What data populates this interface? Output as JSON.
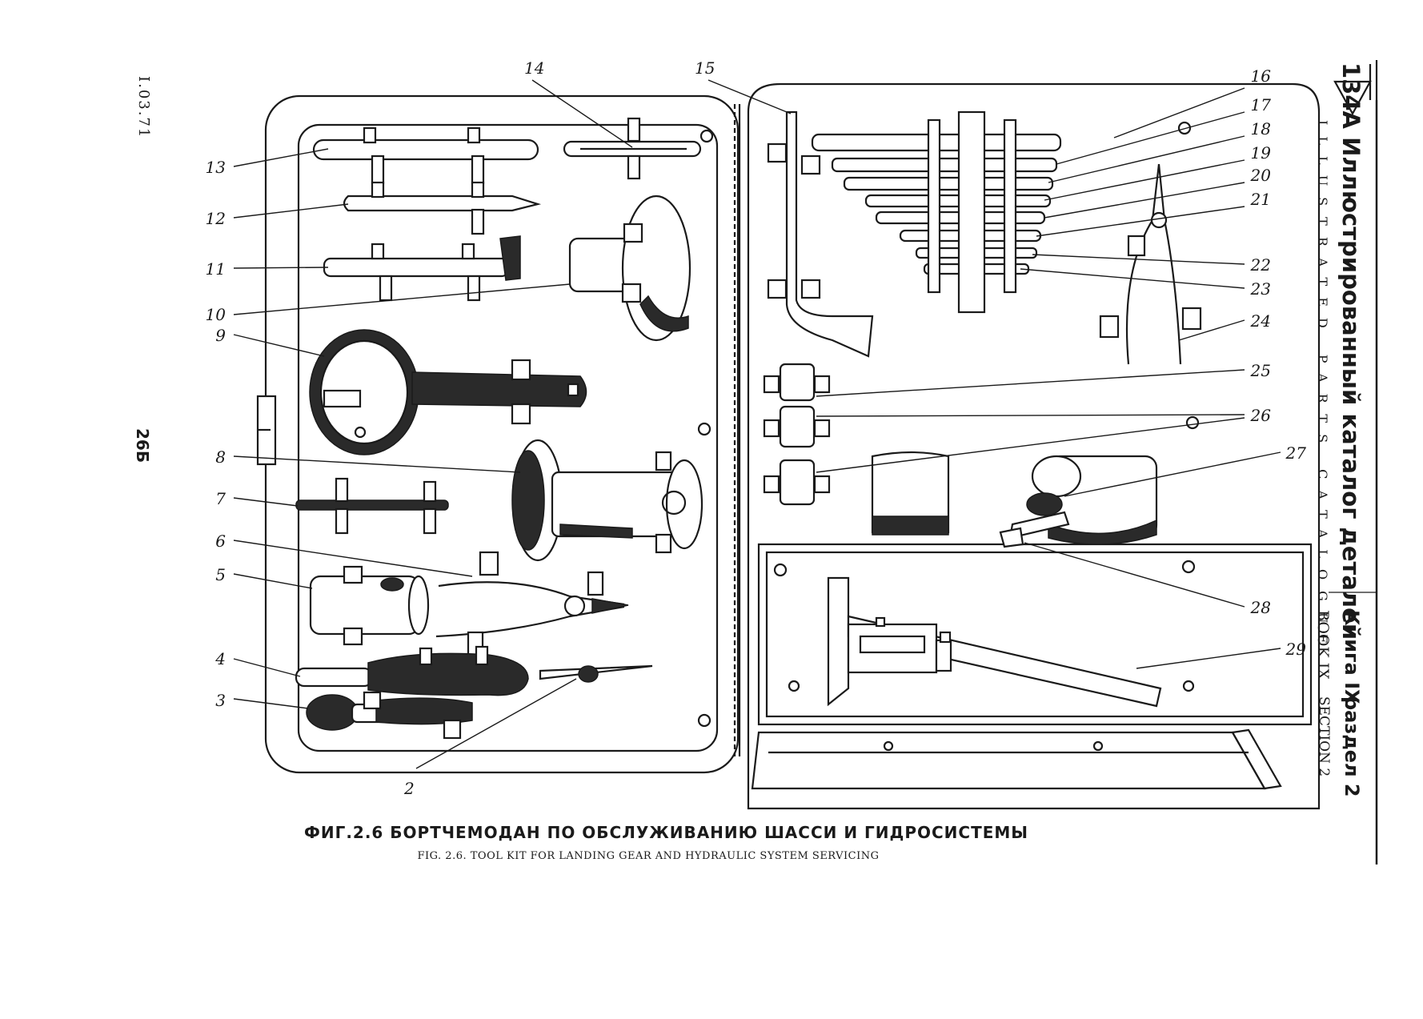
{
  "page_ref": "I.03.71",
  "page_number": "26Б",
  "header": {
    "catalog_title": "134А Иллюстрированный каталог деталей",
    "catalog_subtitle": "ILLUSTRATED PARTS CATALOGUE",
    "book_ru": "Книга IX",
    "section_ru": "раздел 2",
    "book_en": "BOOK IX",
    "section_en": "SECTION 2"
  },
  "caption": {
    "title_ru": "ФИГ.2.6 БОРТЧЕМОДАН ПО ОБСЛУЖИВАНИЮ ШАССИ И ГИДРОСИСТЕМЫ",
    "title_en": "FIG. 2.6. TOOL KIT FOR LANDING GEAR AND HYDRAULIC SYSTEM SERVICING"
  },
  "callouts": [
    "2",
    "3",
    "4",
    "5",
    "6",
    "7",
    "8",
    "9",
    "10",
    "11",
    "12",
    "13",
    "14",
    "15",
    "16",
    "17",
    "18",
    "19",
    "20",
    "21",
    "22",
    "23",
    "24",
    "25",
    "26",
    "27",
    "28",
    "29"
  ]
}
